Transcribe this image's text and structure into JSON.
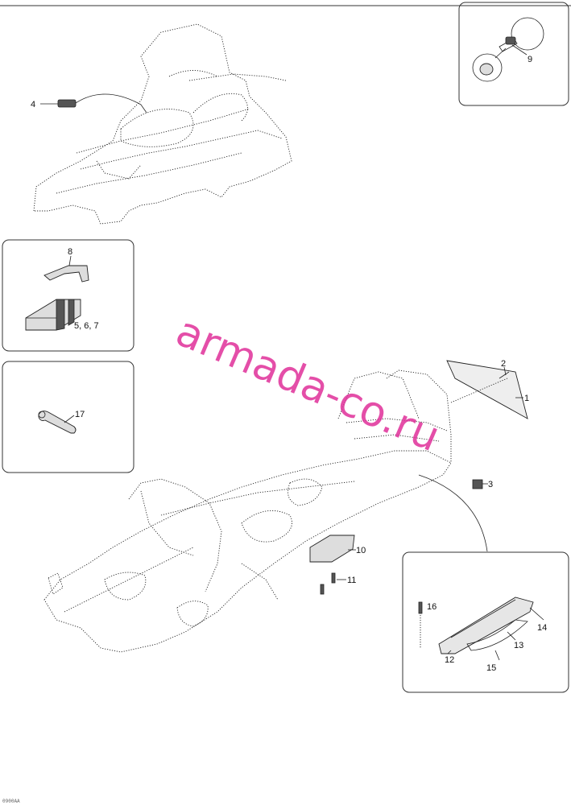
{
  "watermark": "armada-co.ru",
  "callouts": {
    "c1": "1",
    "c2": "2",
    "c3": "3",
    "c4": "4",
    "c5": "5, 6, 7",
    "c8": "8",
    "c9": "9",
    "c10": "10",
    "c11": "11",
    "c12": "12",
    "c13": "13",
    "c14": "14",
    "c15": "15",
    "c16": "16",
    "c17": "17"
  },
  "footer_code": "0900AA"
}
